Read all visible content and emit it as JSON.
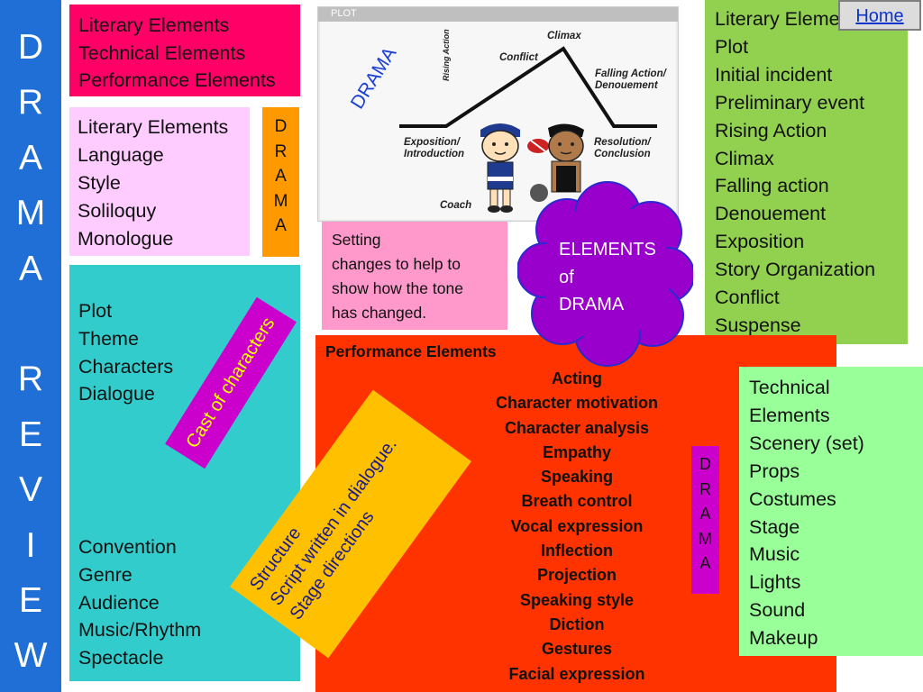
{
  "title_bar": {
    "letters": "D\nR\nA\nM\nA\n\nR\nE\nV\nI\nE\nW",
    "color": "#1f6fd6"
  },
  "overview_box": {
    "lines": "Literary Elements\nTechnical Elements\nPerformance Elements",
    "color": "#ff0066"
  },
  "literary_language_box": {
    "lines": "Literary Elements\nLanguage\nStyle\nSoliloquy\nMonologue",
    "color": "#ffccff"
  },
  "drama_orange": {
    "letters": "D\nR\nA\nM\nA",
    "color": "#ff9900"
  },
  "plot_image": {
    "header": "PLOT",
    "labels": {
      "climax": "Climax",
      "conflict": "Conflict",
      "rising_action": "Rising Action",
      "falling_action": "Falling Action/\nDenouement",
      "exposition": "Exposition/\nIntroduction",
      "resolution": "Resolution/\nConclusion",
      "coach": "Coach"
    }
  },
  "drama_rotated": "DRAMA",
  "setting_box": {
    "lines": "Setting\nchanges to help to\nshow how the tone\nhas changed.",
    "color": "#ff99cc"
  },
  "cloud": {
    "lines": "ELEMENTS\nof\nDRAMA",
    "color": "#9900cc"
  },
  "literary_plot_box": {
    "lines": "Literary Elements\nPlot\nInitial incident\nPreliminary event\nRising Action\nClimax\nFalling action\nDenouement\nExposition\nStory Organization\nConflict\nSuspense",
    "color": "#92d050"
  },
  "home_button": "Home",
  "literary_teal_box": {
    "list_1": "Plot\nTheme\nCharacters\nDialogue",
    "list_2": "Convention\nGenre\nAudience\nMusic/Rhythm\nSpectacle",
    "color": "#33cccc"
  },
  "cast_tag": "Cast of characters",
  "structure_tag": {
    "lines": "Structure\nScript written in dialogue.\nStage directions"
  },
  "performance_box": {
    "heading": "Performance Elements",
    "items": "Acting\nCharacter motivation\nCharacter analysis\nEmpathy\nSpeaking\nBreath control\nVocal expression\nInflection\nProjection\nSpeaking style\nDiction\nGestures\nFacial expression",
    "color": "#ff3300"
  },
  "drama_magenta": {
    "letters": "D\nR\nA\nM\nA",
    "color": "#cc00cc"
  },
  "technical_box": {
    "lines": "Technical\nElements\nScenery (set)\nProps\nCostumes\nStage\nMusic\nLights\nSound\nMakeup",
    "color": "#99ff99"
  }
}
